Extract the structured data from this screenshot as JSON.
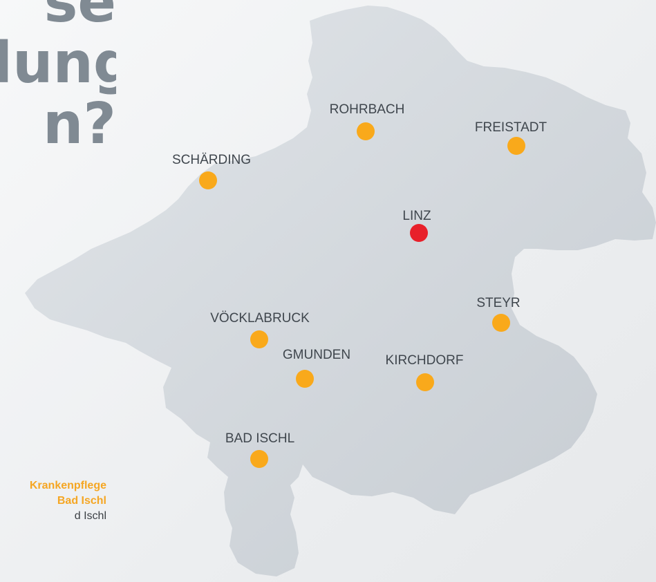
{
  "headline": {
    "lines": [
      "se",
      "lung",
      "n?"
    ],
    "color": "#808a93"
  },
  "info": {
    "line1": "Krankenpflege",
    "line2": "Bad Ischl",
    "line3": "d Ischl",
    "accent_color": "#f5a623"
  },
  "map": {
    "region_fill": "#d2d7dc",
    "marker_color": "#f9a91b",
    "capital_color": "#e8202a",
    "cities": [
      {
        "name": "ROHRBACH",
        "kind": "location"
      },
      {
        "name": "FREISTADT",
        "kind": "location"
      },
      {
        "name": "SCHÄRDING",
        "kind": "location"
      },
      {
        "name": "LINZ",
        "kind": "capital"
      },
      {
        "name": "STEYR",
        "kind": "location"
      },
      {
        "name": "VÖCKLABRUCK",
        "kind": "location"
      },
      {
        "name": "GMUNDEN",
        "kind": "location"
      },
      {
        "name": "KIRCHDORF",
        "kind": "location"
      },
      {
        "name": "BAD ISCHL",
        "kind": "location"
      }
    ]
  }
}
